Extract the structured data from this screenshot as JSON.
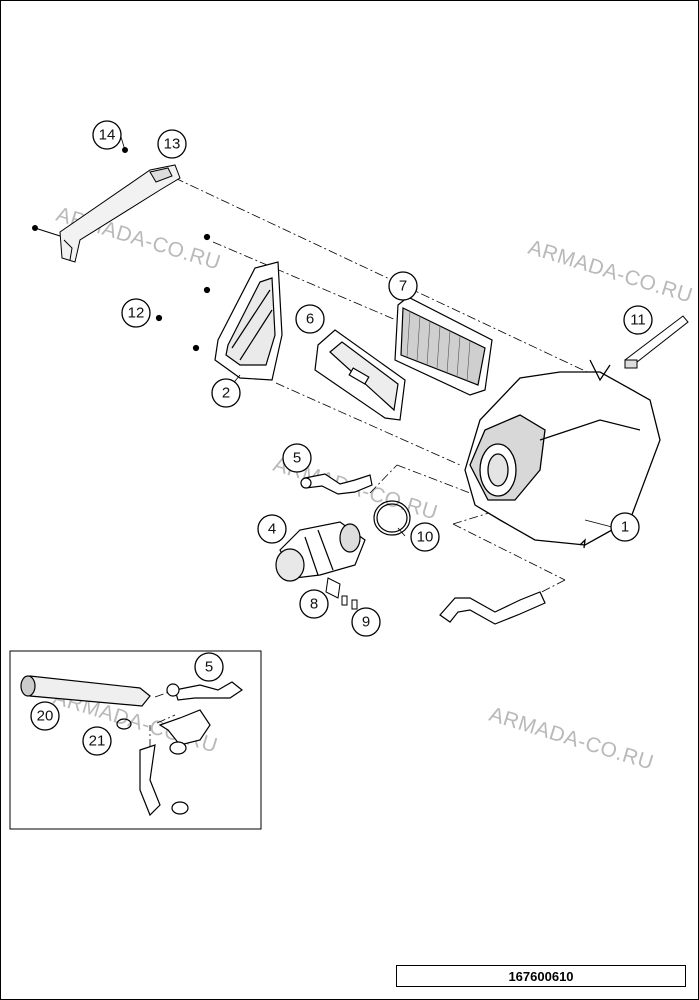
{
  "diagram": {
    "callouts": [
      {
        "id": "c14",
        "label": "14"
      },
      {
        "id": "c13",
        "label": "13"
      },
      {
        "id": "c7",
        "label": "7"
      },
      {
        "id": "c11",
        "label": "11"
      },
      {
        "id": "c12",
        "label": "12"
      },
      {
        "id": "c6",
        "label": "6"
      },
      {
        "id": "c2",
        "label": "2"
      },
      {
        "id": "c5",
        "label": "5"
      },
      {
        "id": "c4",
        "label": "4"
      },
      {
        "id": "c10",
        "label": "10"
      },
      {
        "id": "c1",
        "label": "1"
      },
      {
        "id": "c8",
        "label": "8"
      },
      {
        "id": "c9",
        "label": "9"
      },
      {
        "id": "c5b",
        "label": "5"
      },
      {
        "id": "c20",
        "label": "20"
      },
      {
        "id": "c21",
        "label": "21"
      }
    ],
    "watermark": "ARMADA-CO.RU",
    "drawing_number": "167600610"
  },
  "colors": {
    "line": "#000000",
    "watermark": "#b9b9b9",
    "shade": "#d8d8d8"
  }
}
